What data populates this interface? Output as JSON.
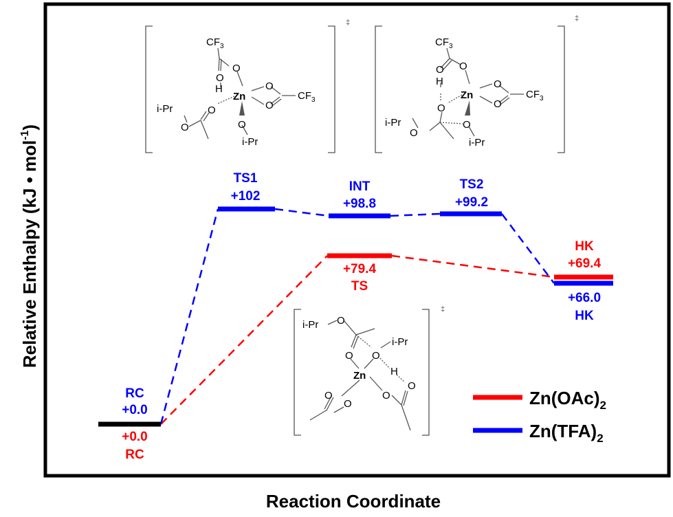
{
  "axes": {
    "ylabel": "Relative Enthalpy (kJ • mol",
    "ylabel_sup": "-1",
    "ylabel_close": ")",
    "xlabel": "Reaction Coordinate"
  },
  "colors": {
    "oac": "#ff0000",
    "tfa": "#0000ff",
    "rc": "#000000"
  },
  "legend": {
    "oac": {
      "base": "Zn(OAc)",
      "sub": "2"
    },
    "tfa": {
      "base": "Zn(TFA)",
      "sub": "2"
    }
  },
  "labels": {
    "rc_top_name": "RC",
    "rc_top_value": "+0.0",
    "rc_bot_value": "+0.0",
    "rc_bot_name": "RC",
    "ts1_name": "TS1",
    "ts1_value": "+102",
    "int_name": "INT",
    "int_value": "+98.8",
    "ts2_name": "TS2",
    "ts2_value": "+99.2",
    "ts_value": "+79.4",
    "ts_name": "TS",
    "hk_red_name": "HK",
    "hk_red_value": "+69.4",
    "hk_blue_value": "+66.0",
    "hk_blue_name": "HK"
  },
  "structures": {
    "dagger": "‡",
    "ts1": {
      "cf3": "CF",
      "cf3_sub": "3",
      "o": "O",
      "h": "H",
      "zn": "Zn",
      "ipr": "i-Pr"
    },
    "ts2": {
      "cf3": "CF",
      "cf3_sub": "3",
      "o": "O",
      "h": "H",
      "zn": "Zn",
      "ipr": "i-Pr"
    },
    "ts": {
      "o": "O",
      "h": "H",
      "zn": "Zn",
      "ipr": "i-Pr"
    }
  },
  "chart_data": {
    "type": "line",
    "ylabel": "Relative Enthalpy (kJ • mol-1)",
    "xlabel": "Reaction Coordinate",
    "series": [
      {
        "name": "Zn(OAc)2",
        "color": "#ff0000",
        "x": [
          "RC",
          "TS",
          "HK"
        ],
        "values": [
          0.0,
          79.4,
          69.4
        ]
      },
      {
        "name": "Zn(TFA)2",
        "color": "#0000ff",
        "x": [
          "RC",
          "TS1",
          "INT",
          "TS2",
          "HK"
        ],
        "values": [
          0.0,
          102,
          98.8,
          99.2,
          66.0
        ]
      }
    ]
  }
}
